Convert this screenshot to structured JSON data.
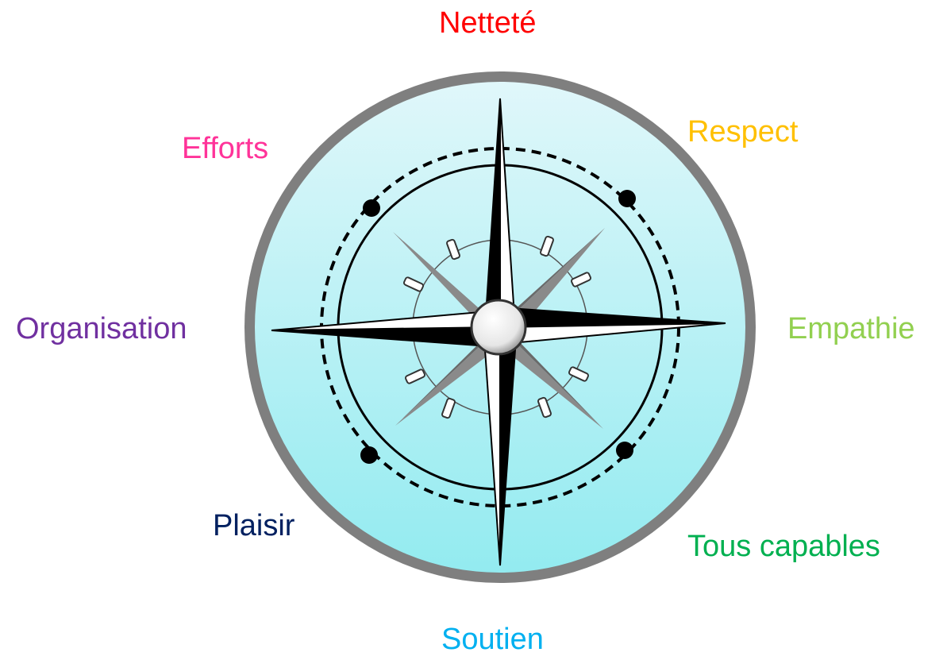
{
  "compass": {
    "labels": [
      {
        "id": "n",
        "text": "Netteté",
        "color": "#ff0000"
      },
      {
        "id": "ne",
        "text": "Respect",
        "color": "#ffc000"
      },
      {
        "id": "e",
        "text": "Empathie",
        "color": "#92d050"
      },
      {
        "id": "se",
        "text": "Tous capables",
        "color": "#00b050"
      },
      {
        "id": "s",
        "text": "Soutien",
        "color": "#00b0f0"
      },
      {
        "id": "sw",
        "text": "Plaisir",
        "color": "#002060"
      },
      {
        "id": "w",
        "text": "Organisation",
        "color": "#7030a0"
      },
      {
        "id": "nw",
        "text": "Efforts",
        "color": "#ff3399"
      }
    ],
    "colors": {
      "outer_ring": "#7f7f7f",
      "face_top": "#e0f7fa",
      "face_bottom": "#93ebf0",
      "star_dark": "#000000",
      "star_light": "#ffffff",
      "secondary_star": "#6a6a6a"
    }
  }
}
